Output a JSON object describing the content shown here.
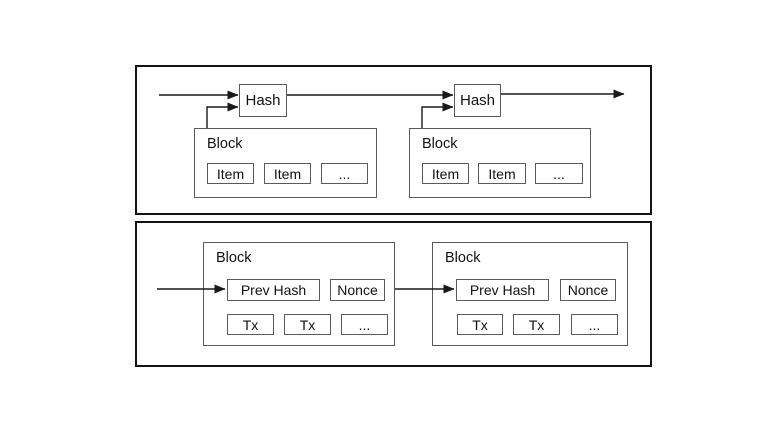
{
  "diagram": {
    "description": "blockchain-hash-chain-diagram",
    "top_panel": {
      "chain": [
        {
          "hash_label": "Hash",
          "block_label": "Block",
          "items": [
            "Item",
            "Item",
            "..."
          ]
        },
        {
          "hash_label": "Hash",
          "block_label": "Block",
          "items": [
            "Item",
            "Item",
            "..."
          ]
        }
      ]
    },
    "bottom_panel": {
      "chain": [
        {
          "block_label": "Block",
          "prev_hash_label": "Prev Hash",
          "nonce_label": "Nonce",
          "txs": [
            "Tx",
            "Tx",
            "..."
          ]
        },
        {
          "block_label": "Block",
          "prev_hash_label": "Prev Hash",
          "nonce_label": "Nonce",
          "txs": [
            "Tx",
            "Tx",
            "..."
          ]
        }
      ]
    },
    "colors": {
      "background": "#ffffff",
      "panel_border": "#141414",
      "box_border": "#5a5a5a",
      "arrow": "#1a1a1a",
      "text": "#111111"
    }
  }
}
